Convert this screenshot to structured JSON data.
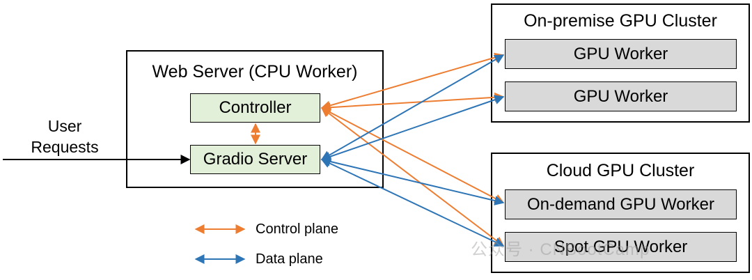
{
  "web_server": {
    "title": "Web Server (CPU Worker)",
    "controller": "Controller",
    "gradio_server": "Gradio Server"
  },
  "user_requests": {
    "line1": "User",
    "line2": "Requests"
  },
  "onprem": {
    "title": "On-premise GPU Cluster",
    "workers": [
      "GPU Worker",
      "GPU Worker"
    ]
  },
  "cloud": {
    "title": "Cloud GPU Cluster",
    "workers": [
      "On-demand GPU Worker",
      "Spot GPU Worker"
    ]
  },
  "legend": {
    "control": "Control plane",
    "data": "Data plane"
  },
  "colors": {
    "control": "#ed7d31",
    "data": "#2e75b6",
    "green_box": "#e2efd9",
    "gray_box": "#d9d9d9"
  },
  "watermark": "公众号 · CNBootCamp"
}
